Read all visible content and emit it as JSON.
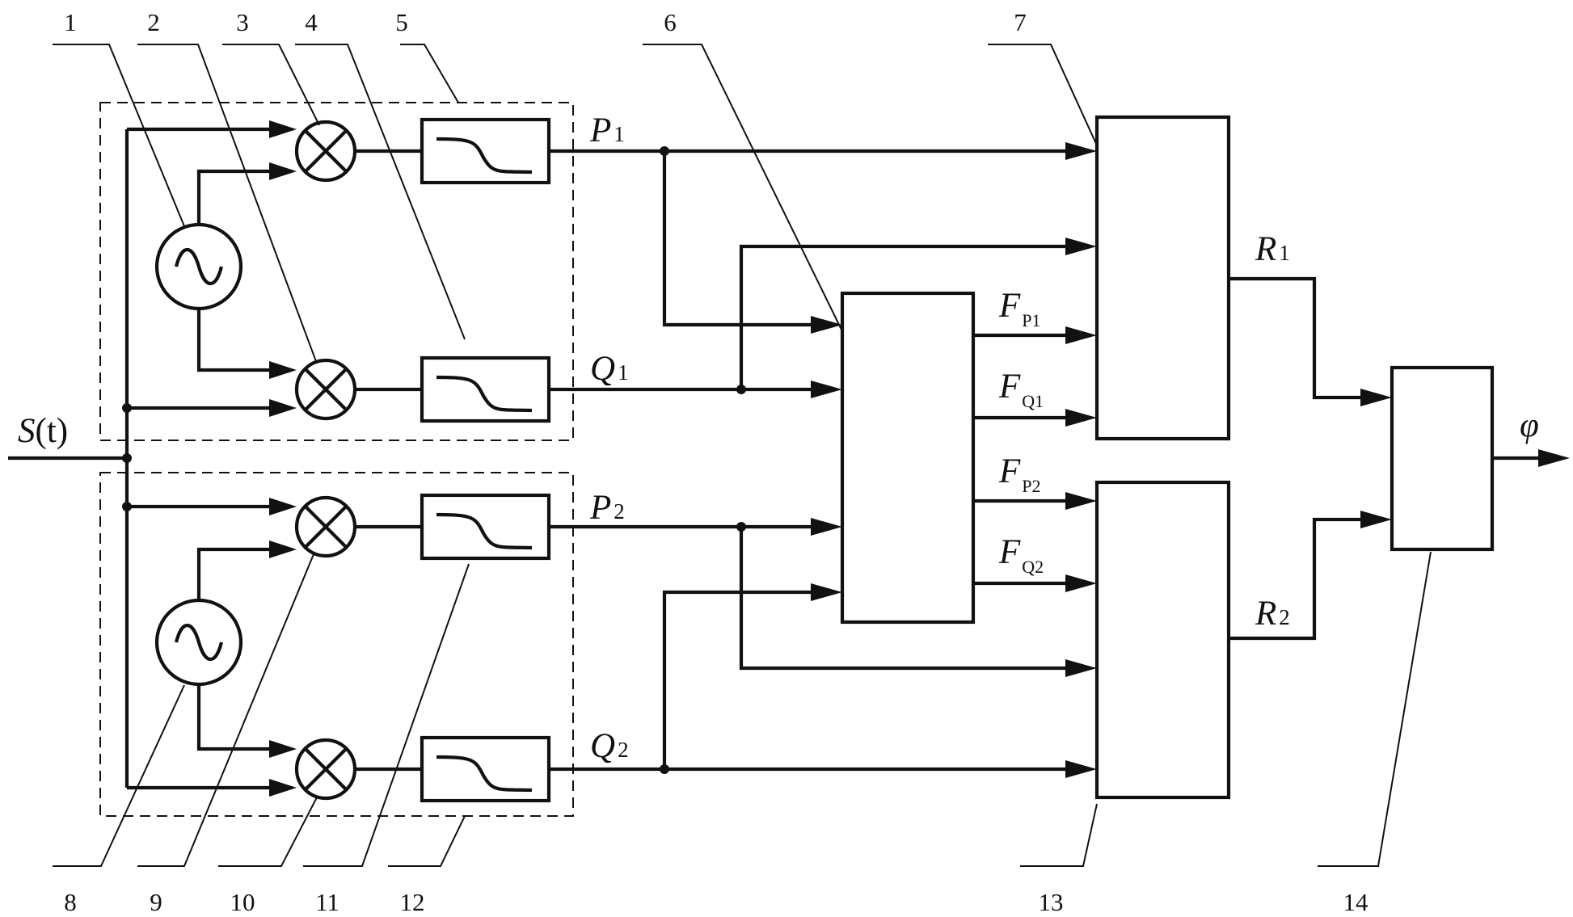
{
  "diagram": {
    "callout_numbers": [
      "1",
      "2",
      "3",
      "4",
      "5",
      "6",
      "7",
      "8",
      "9",
      "10",
      "11",
      "12",
      "13",
      "14"
    ],
    "labels": {
      "input_main": "S",
      "input_paren": "(t)",
      "p1_main": "P",
      "p1_sub": "1",
      "q1_main": "Q",
      "q1_sub": "1",
      "p2_main": "P",
      "p2_sub": "2",
      "q2_main": "Q",
      "q2_sub": "2",
      "fp1_main": "F",
      "fp1_sub": "P1",
      "fq1_main": "F",
      "fq1_sub": "Q1",
      "fp2_main": "F",
      "fp2_sub": "P2",
      "fq2_main": "F",
      "fq2_sub": "Q2",
      "r1_main": "R",
      "r1_sub": "1",
      "r2_main": "R",
      "r2_sub": "2",
      "output": "φ"
    }
  }
}
